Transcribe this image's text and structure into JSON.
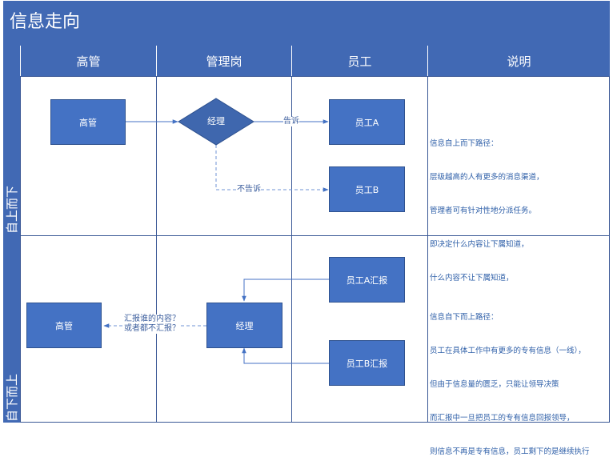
{
  "title": "信息走向",
  "columns": [
    "高管",
    "管理岗",
    "员工",
    "说明"
  ],
  "lanes": [
    "自上而下",
    "自下而上"
  ],
  "top_lane": {
    "exec_box": "高管",
    "manager_diamond": "经理",
    "employee_a": "员工A",
    "employee_b": "员工B",
    "tell_label": "告诉",
    "not_tell_label": "不告诉",
    "note_lines": [
      "信息自上而下路径：",
      "层级越高的人有更多的消息渠道，",
      "管理者可有针对性地分派任务。",
      "即决定什么内容让下属知道，",
      "什么内容不让下属知道，"
    ]
  },
  "bottom_lane": {
    "exec_box": "高管",
    "manager_box": "经理",
    "employee_a_report": "员工A汇报",
    "employee_b_report": "员工B汇报",
    "report_label_1": "汇报谁的内容？",
    "report_label_2": "或者都不汇报？",
    "note_lines": [
      "信息自下而上路径：",
      "员工在具体工作中有更多的专有信息（一线），",
      "但由于信息量的匮乏，只能让领导决策",
      "而汇报中一旦把员工的专有信息回报领导，",
      "则信息不再是专有信息，员工剩下的是继续执行"
    ]
  },
  "colors": {
    "header": "#4169b4",
    "node_fill": "#4472c4",
    "node_border": "#2f528f",
    "line": "#4472c4",
    "note_text": "#2e5fa8"
  }
}
